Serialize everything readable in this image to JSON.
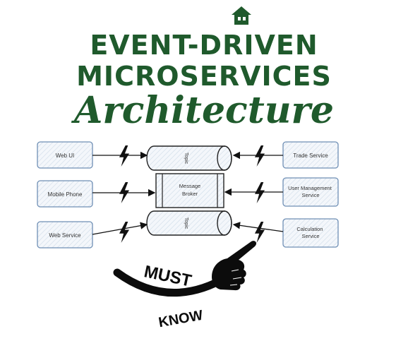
{
  "title": {
    "line1": "EVENT-DRIVEN",
    "line2": "MICROSERVICES",
    "line3": "Architecture"
  },
  "producers": [
    {
      "label": "Web UI"
    },
    {
      "label": "Mobile Phone"
    },
    {
      "label": "Web Service"
    }
  ],
  "consumers": [
    {
      "label": "Trade Service"
    },
    {
      "label": "User Management Service"
    },
    {
      "label": "Calculation Service"
    }
  ],
  "broker": {
    "top_topic": "Topic",
    "center_line1": "Message",
    "center_line2": "Broker",
    "bottom_topic": "Topic"
  },
  "badge": {
    "word1": "MUST",
    "word2": "KNOW"
  },
  "colors": {
    "brand_green": "#1f5a2c",
    "box_border": "#6f8fb5",
    "box_fill": "#eef3f9",
    "ink": "#111111"
  },
  "icons": [
    "house-icon",
    "lightning-icon",
    "pointing-hand-icon"
  ]
}
